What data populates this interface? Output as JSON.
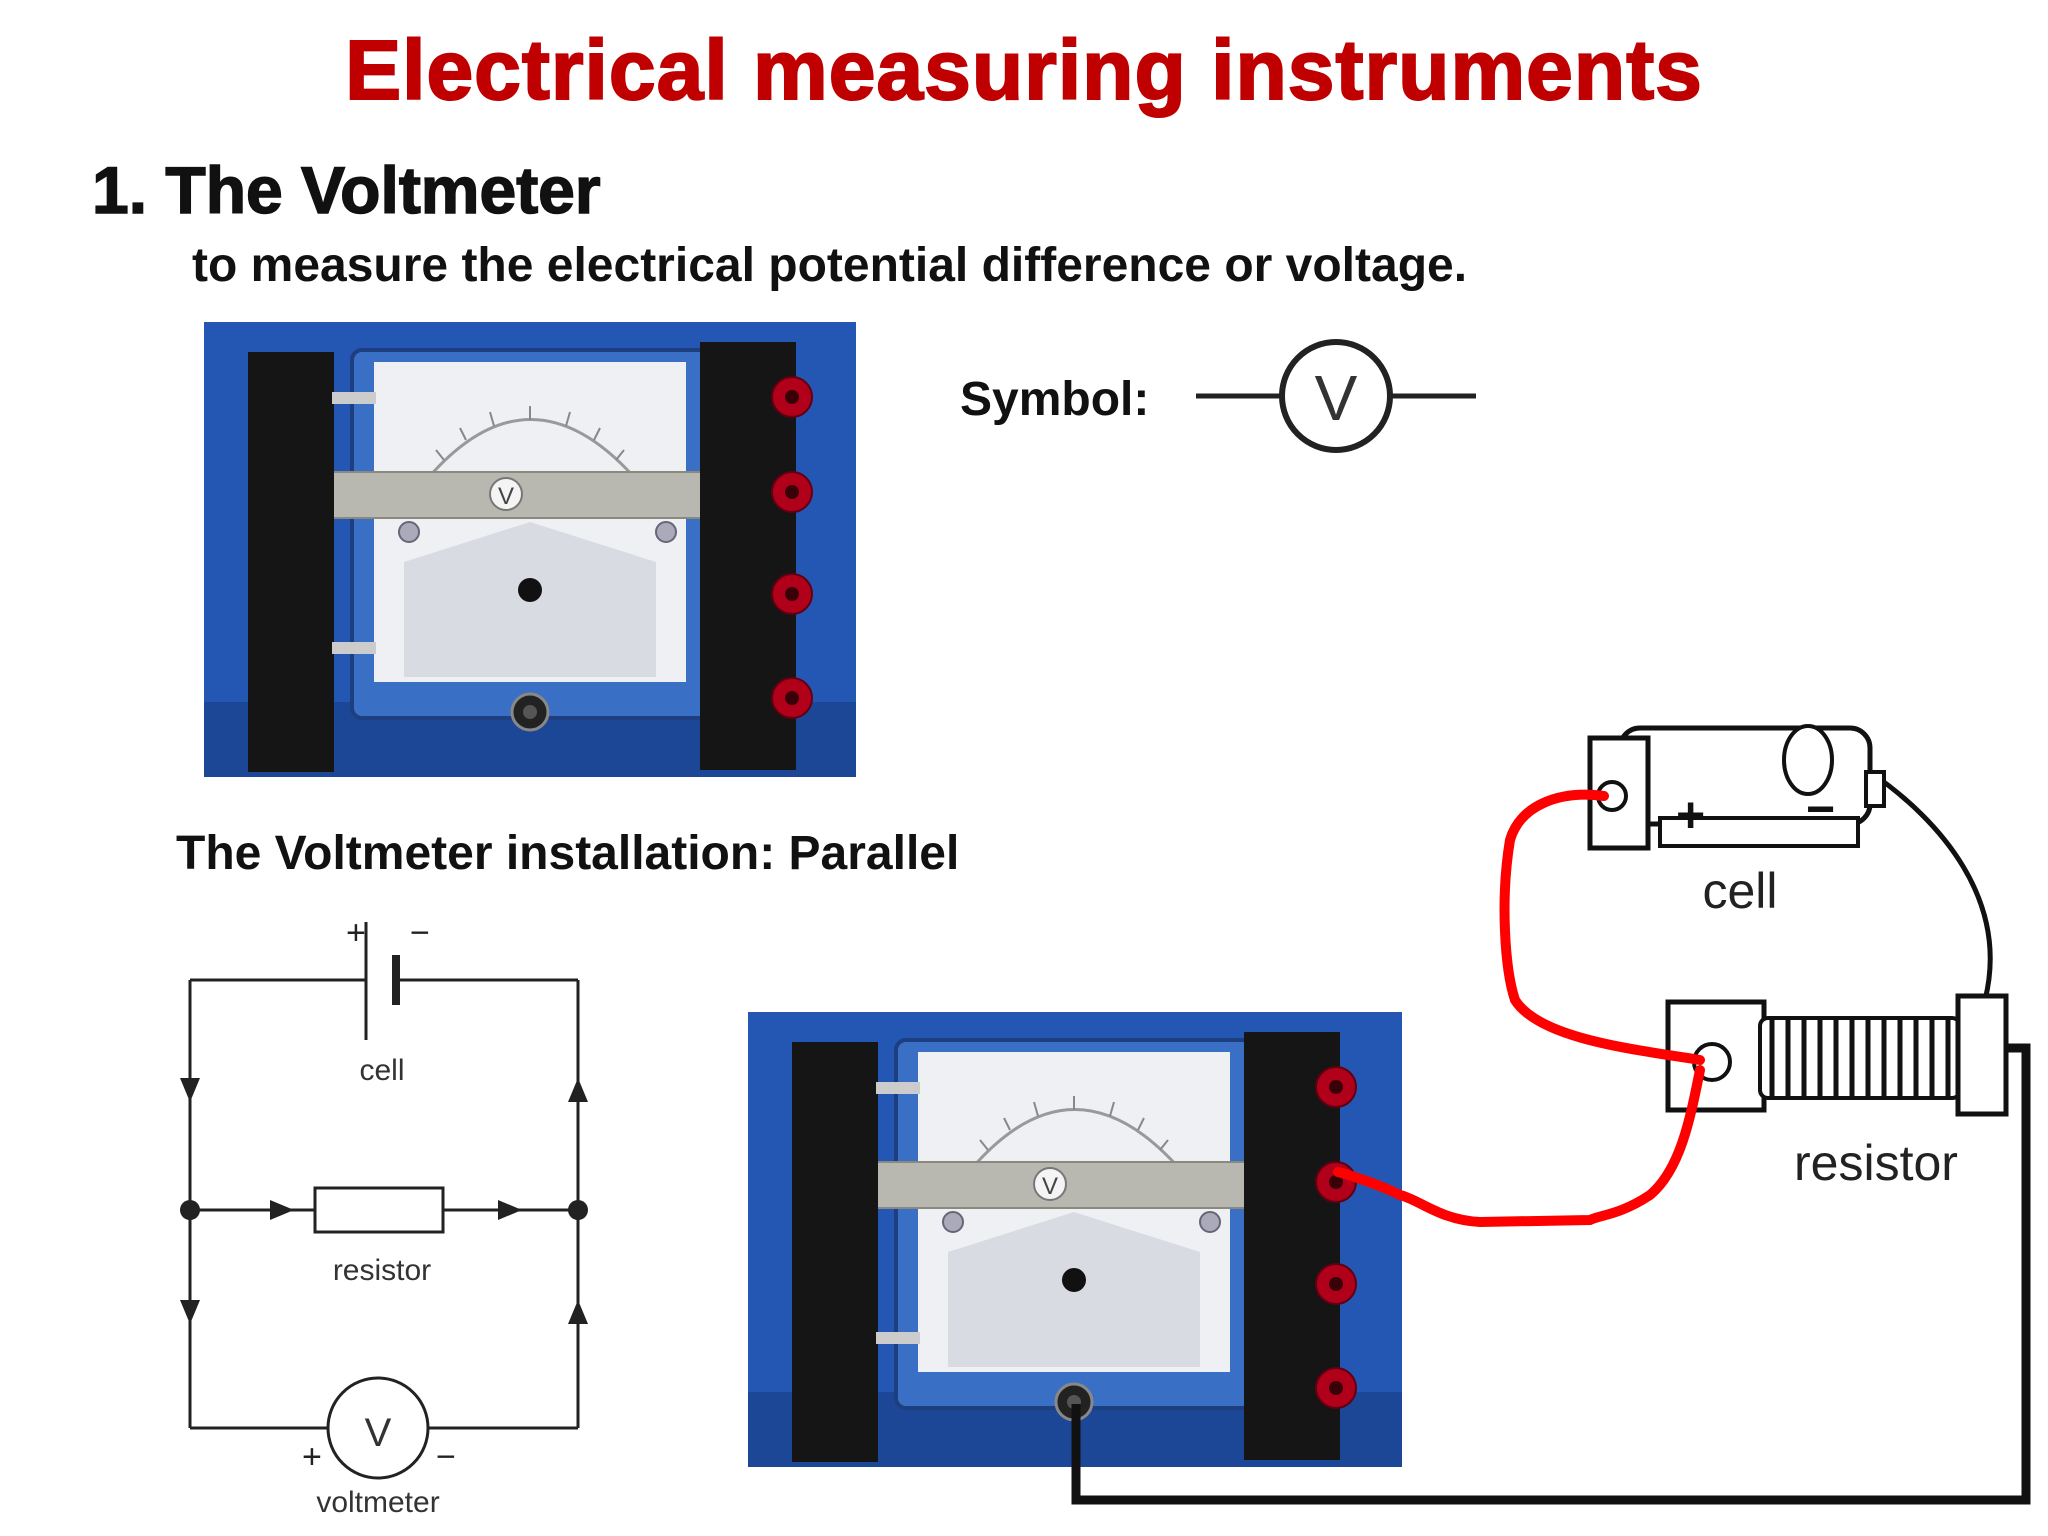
{
  "title": "Electrical measuring instruments",
  "heading": "1. The Voltmeter",
  "subtitle": "to measure the electrical potential difference or voltage.",
  "symbol_label": "Symbol:",
  "symbol_letter": "V",
  "installation_label": "The Voltmeter installation: Parallel",
  "meter_face_letter": "V",
  "schematic": {
    "cell_label": "cell",
    "resistor_label": "resistor",
    "voltmeter_label": "voltmeter",
    "voltmeter_letter": "V",
    "plus": "+",
    "minus": "−"
  },
  "drawing": {
    "cell_label": "cell",
    "resistor_label": "resistor",
    "plus": "+",
    "minus": "−"
  },
  "colors": {
    "title": "#c00000",
    "meter_base": "#1e4fa8",
    "wire_red": "#ff0000",
    "wire_black": "#111111",
    "terminal_red": "#b0001a"
  }
}
